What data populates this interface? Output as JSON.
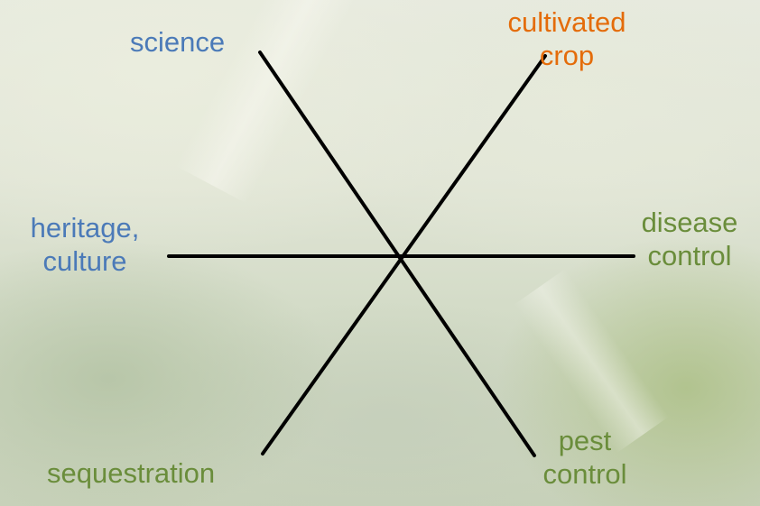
{
  "labels": {
    "science": "science",
    "cultivated_crop_1": "cultivated",
    "cultivated_crop_2": "crop",
    "heritage_1": "heritage,",
    "heritage_2": "culture",
    "disease_1": "disease",
    "disease_2": "control",
    "sequestration": "sequestration",
    "pest_1": "pest",
    "pest_2": "control"
  },
  "colors": {
    "blue": "#4b7ab8",
    "orange": "#e46c0a",
    "green": "#6a8d3b",
    "line": "#000000"
  }
}
